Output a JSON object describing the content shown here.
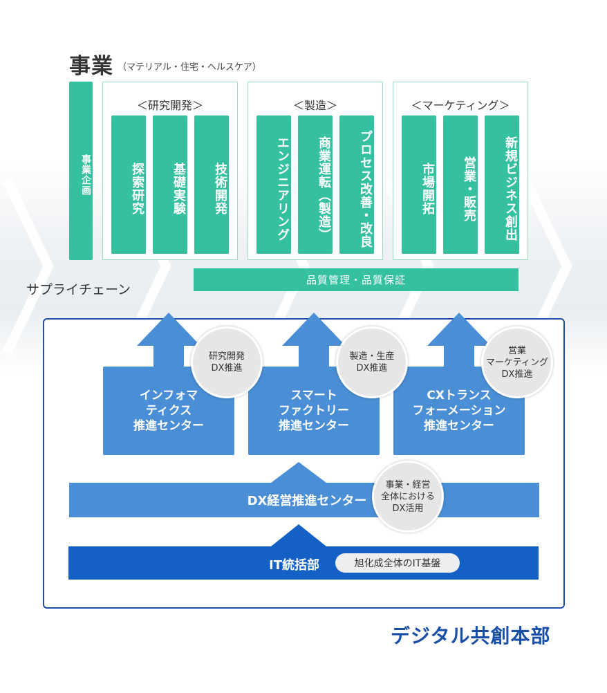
{
  "business": {
    "title": "事業",
    "subtitle": "（マテリアル・住宅・ヘルスケア）",
    "planning": "事業企画",
    "groups": [
      {
        "header": "＜研究開発＞",
        "items": [
          "探索研究",
          "基礎実験",
          "技術開発"
        ]
      },
      {
        "header": "＜製造＞",
        "items": [
          "エンジニアリング",
          "商業運転（製造）",
          "プロセス改善・改良"
        ]
      },
      {
        "header": "＜マーケティング＞",
        "items": [
          "市場開拓",
          "営業・販売",
          "新規ビジネス創出"
        ]
      }
    ],
    "quality": "品質管理・品質保証"
  },
  "supply_chain": "サプライチェーン",
  "centers": [
    {
      "name": "インフォマ\nティクス\n推進センター",
      "badge": "研究開発\nDX推進"
    },
    {
      "name": "スマート\nファクトリー\n推進センター",
      "badge": "製造・生産\nDX推進"
    },
    {
      "name": "CXトランス\nフォーメーション\n推進センター",
      "badge": "営業\nマーケティング\nDX推進"
    }
  ],
  "dx_center": {
    "name": "DX経営推進センター",
    "badge": "事業・経営\n全体における\nDX活用"
  },
  "it": {
    "name": "IT統括部",
    "pill": "旭化成全体のIT基盤"
  },
  "department": "デジタル共創本部",
  "colors": {
    "teal": "#35c0a0",
    "blue": "#4a8fd6",
    "dark_blue": "#1460c4",
    "frame": "#1a4fa8"
  }
}
